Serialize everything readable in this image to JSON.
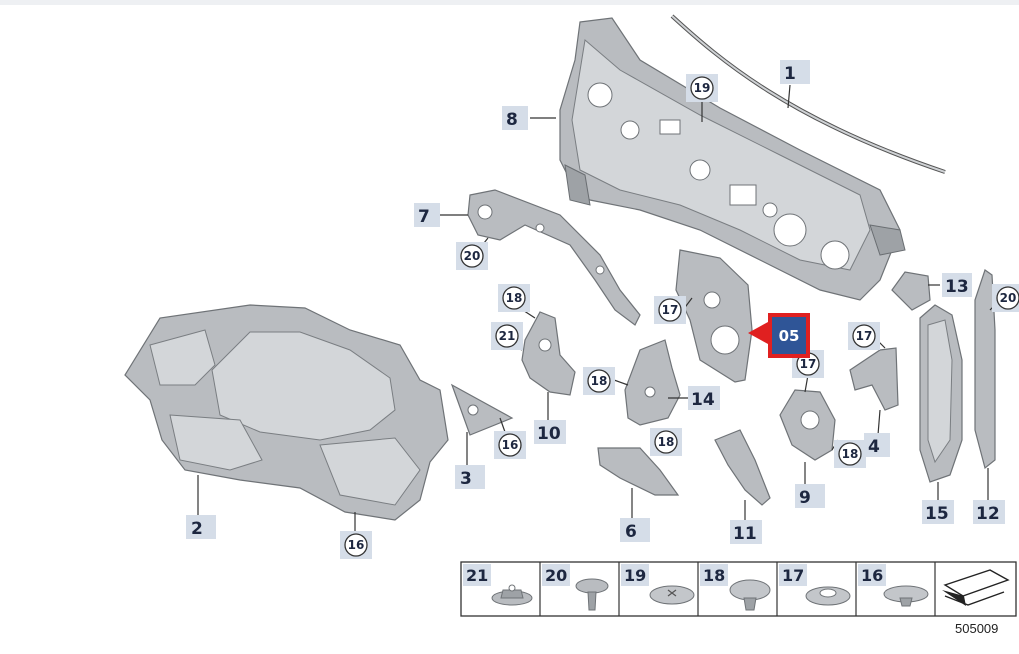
{
  "diagram": {
    "labels": [
      {
        "id": "1",
        "text": "1"
      },
      {
        "id": "2",
        "text": "2"
      },
      {
        "id": "3",
        "text": "3"
      },
      {
        "id": "4",
        "text": "4"
      },
      {
        "id": "6",
        "text": "6"
      },
      {
        "id": "7",
        "text": "7"
      },
      {
        "id": "8",
        "text": "8"
      },
      {
        "id": "9",
        "text": "9"
      },
      {
        "id": "10",
        "text": "10"
      },
      {
        "id": "11",
        "text": "11"
      },
      {
        "id": "12",
        "text": "12"
      },
      {
        "id": "13",
        "text": "13"
      },
      {
        "id": "14",
        "text": "14"
      },
      {
        "id": "15",
        "text": "15"
      }
    ],
    "circled": [
      {
        "id": "c19",
        "text": "19"
      },
      {
        "id": "c20a",
        "text": "20"
      },
      {
        "id": "c20b",
        "text": "20"
      },
      {
        "id": "c18a",
        "text": "18"
      },
      {
        "id": "c21",
        "text": "21"
      },
      {
        "id": "c17a",
        "text": "17"
      },
      {
        "id": "c17b",
        "text": "17"
      },
      {
        "id": "c17c",
        "text": "17"
      },
      {
        "id": "c18b",
        "text": "18"
      },
      {
        "id": "c18c",
        "text": "18"
      },
      {
        "id": "c18d",
        "text": "18"
      },
      {
        "id": "c16a",
        "text": "16"
      },
      {
        "id": "c16b",
        "text": "16"
      }
    ],
    "callout": {
      "text": "05",
      "border_color": "#e02020",
      "fill_color": "#2f5597"
    },
    "legend": [
      {
        "num": "21"
      },
      {
        "num": "20"
      },
      {
        "num": "19"
      },
      {
        "num": "18"
      },
      {
        "num": "17"
      },
      {
        "num": "16"
      }
    ],
    "reference_number": "505009"
  }
}
